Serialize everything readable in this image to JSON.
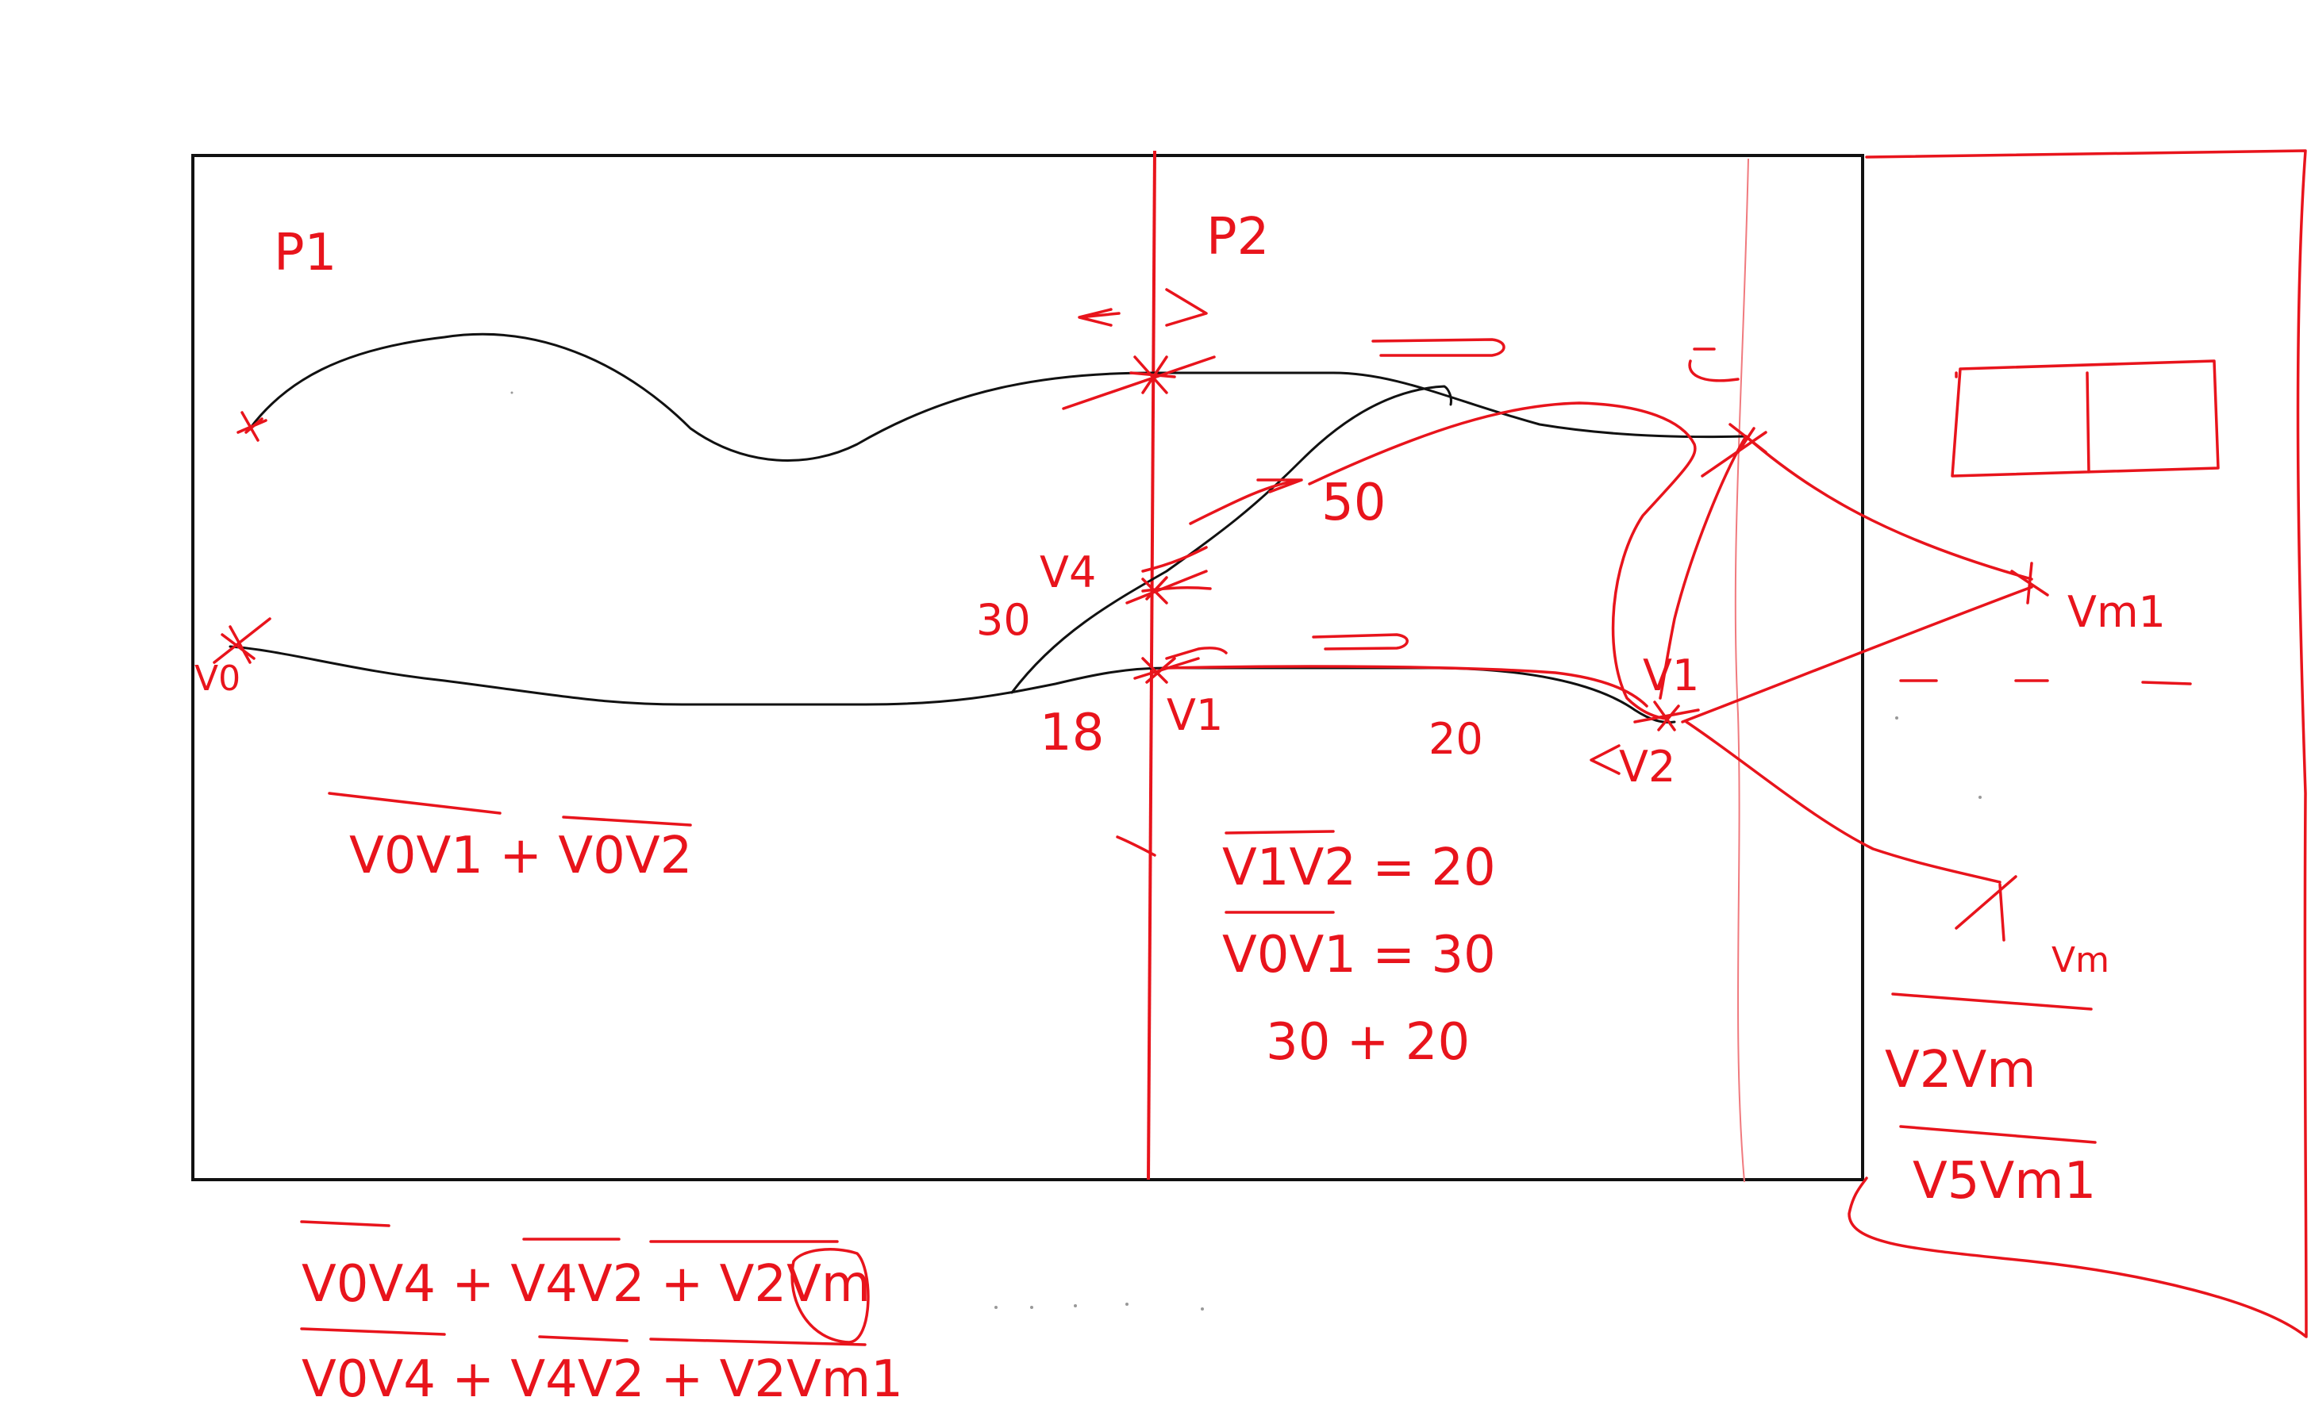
{
  "colors": {
    "ink": "#111111",
    "annotation": "#e8141c",
    "background": "#ffffff"
  },
  "regions": {
    "left": "P1",
    "right": "P2"
  },
  "vertex_labels": {
    "v4": "V4",
    "v1": "V1",
    "v1_b": "V1",
    "v2": "V2",
    "vm1": "Vm1",
    "vm": "Vm",
    "v0": "V0"
  },
  "edge_weights": {
    "w30": "30",
    "w18": "18",
    "w20": "20",
    "w50": "50"
  },
  "expressions": {
    "e1": "V0V1 + V0V2",
    "e2": "V1V2 = 20",
    "e3": "V0V1 = 30",
    "e4": "30 + 20",
    "e5": "V2Vm",
    "e6": "V5Vm1",
    "e7": "V0V4 + V4V2 + V2Vm",
    "e8": "V0V4 + V4V2 + V2Vm1"
  }
}
